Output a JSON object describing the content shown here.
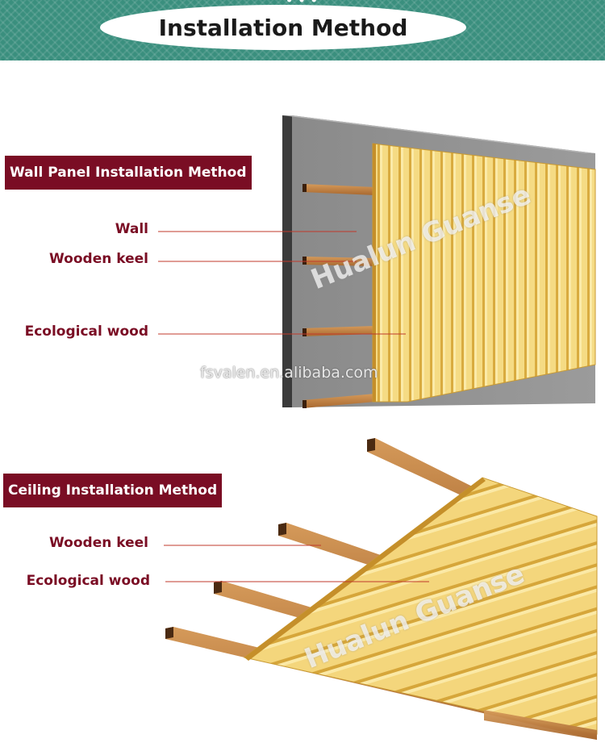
{
  "header": {
    "title": "Installation Method",
    "bg_color": "#3a8f7e"
  },
  "wall_section": {
    "label": "Wall Panel Installation Method",
    "callouts": {
      "wall": "Wall",
      "keel": "Wooden keel",
      "wood": "Ecological wood"
    }
  },
  "ceiling_section": {
    "label": "Ceiling Installation Method",
    "callouts": {
      "keel": "Wooden keel",
      "wood": "Ecological wood"
    }
  },
  "watermark": {
    "brand": "Hualun Guanse",
    "site": "fsvalen.en.alibaba.com"
  },
  "colors": {
    "label_bg": "#7a0d24",
    "callout_text": "#7a0d24",
    "leader_line": "#c0392b",
    "wall_gray": "#8c8c8c",
    "panel_yellow": "#f2d479",
    "keel_brown": "#b5763d"
  }
}
